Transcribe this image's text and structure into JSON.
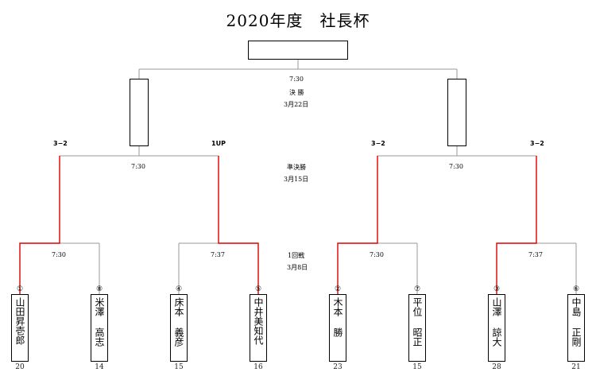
{
  "title": "2020年度　社長杯",
  "final": {
    "time": "7:30",
    "label": "決 勝",
    "date": "3月22日"
  },
  "semi": {
    "label": "準決勝",
    "date": "3月15日",
    "time_left": "7:30",
    "time_right": "7:30"
  },
  "first_round": {
    "label": "1回戦",
    "date": "3月8日",
    "times": [
      "7:30",
      "7:37",
      "7:30",
      "7:37"
    ]
  },
  "scores": [
    "3−2",
    "1UP",
    "3−2",
    "3−2"
  ],
  "players": [
    {
      "seed": "①",
      "name": "山田昇壱郎",
      "num": "20"
    },
    {
      "seed": "⑧",
      "name": "米澤 高志",
      "num": "14"
    },
    {
      "seed": "④",
      "name": "床本 義彦",
      "num": "15"
    },
    {
      "seed": "⑤",
      "name": "中井美知代",
      "num": "16"
    },
    {
      "seed": "②",
      "name": "木本 勝",
      "num": "23"
    },
    {
      "seed": "⑦",
      "name": "平位 昭正",
      "num": "15"
    },
    {
      "seed": "③",
      "name": "山澤 諒大",
      "num": "28"
    },
    {
      "seed": "⑥",
      "name": "中島 正剛",
      "num": "21"
    }
  ],
  "colors": {
    "winner_line": "#e00000",
    "line": "#999999"
  }
}
